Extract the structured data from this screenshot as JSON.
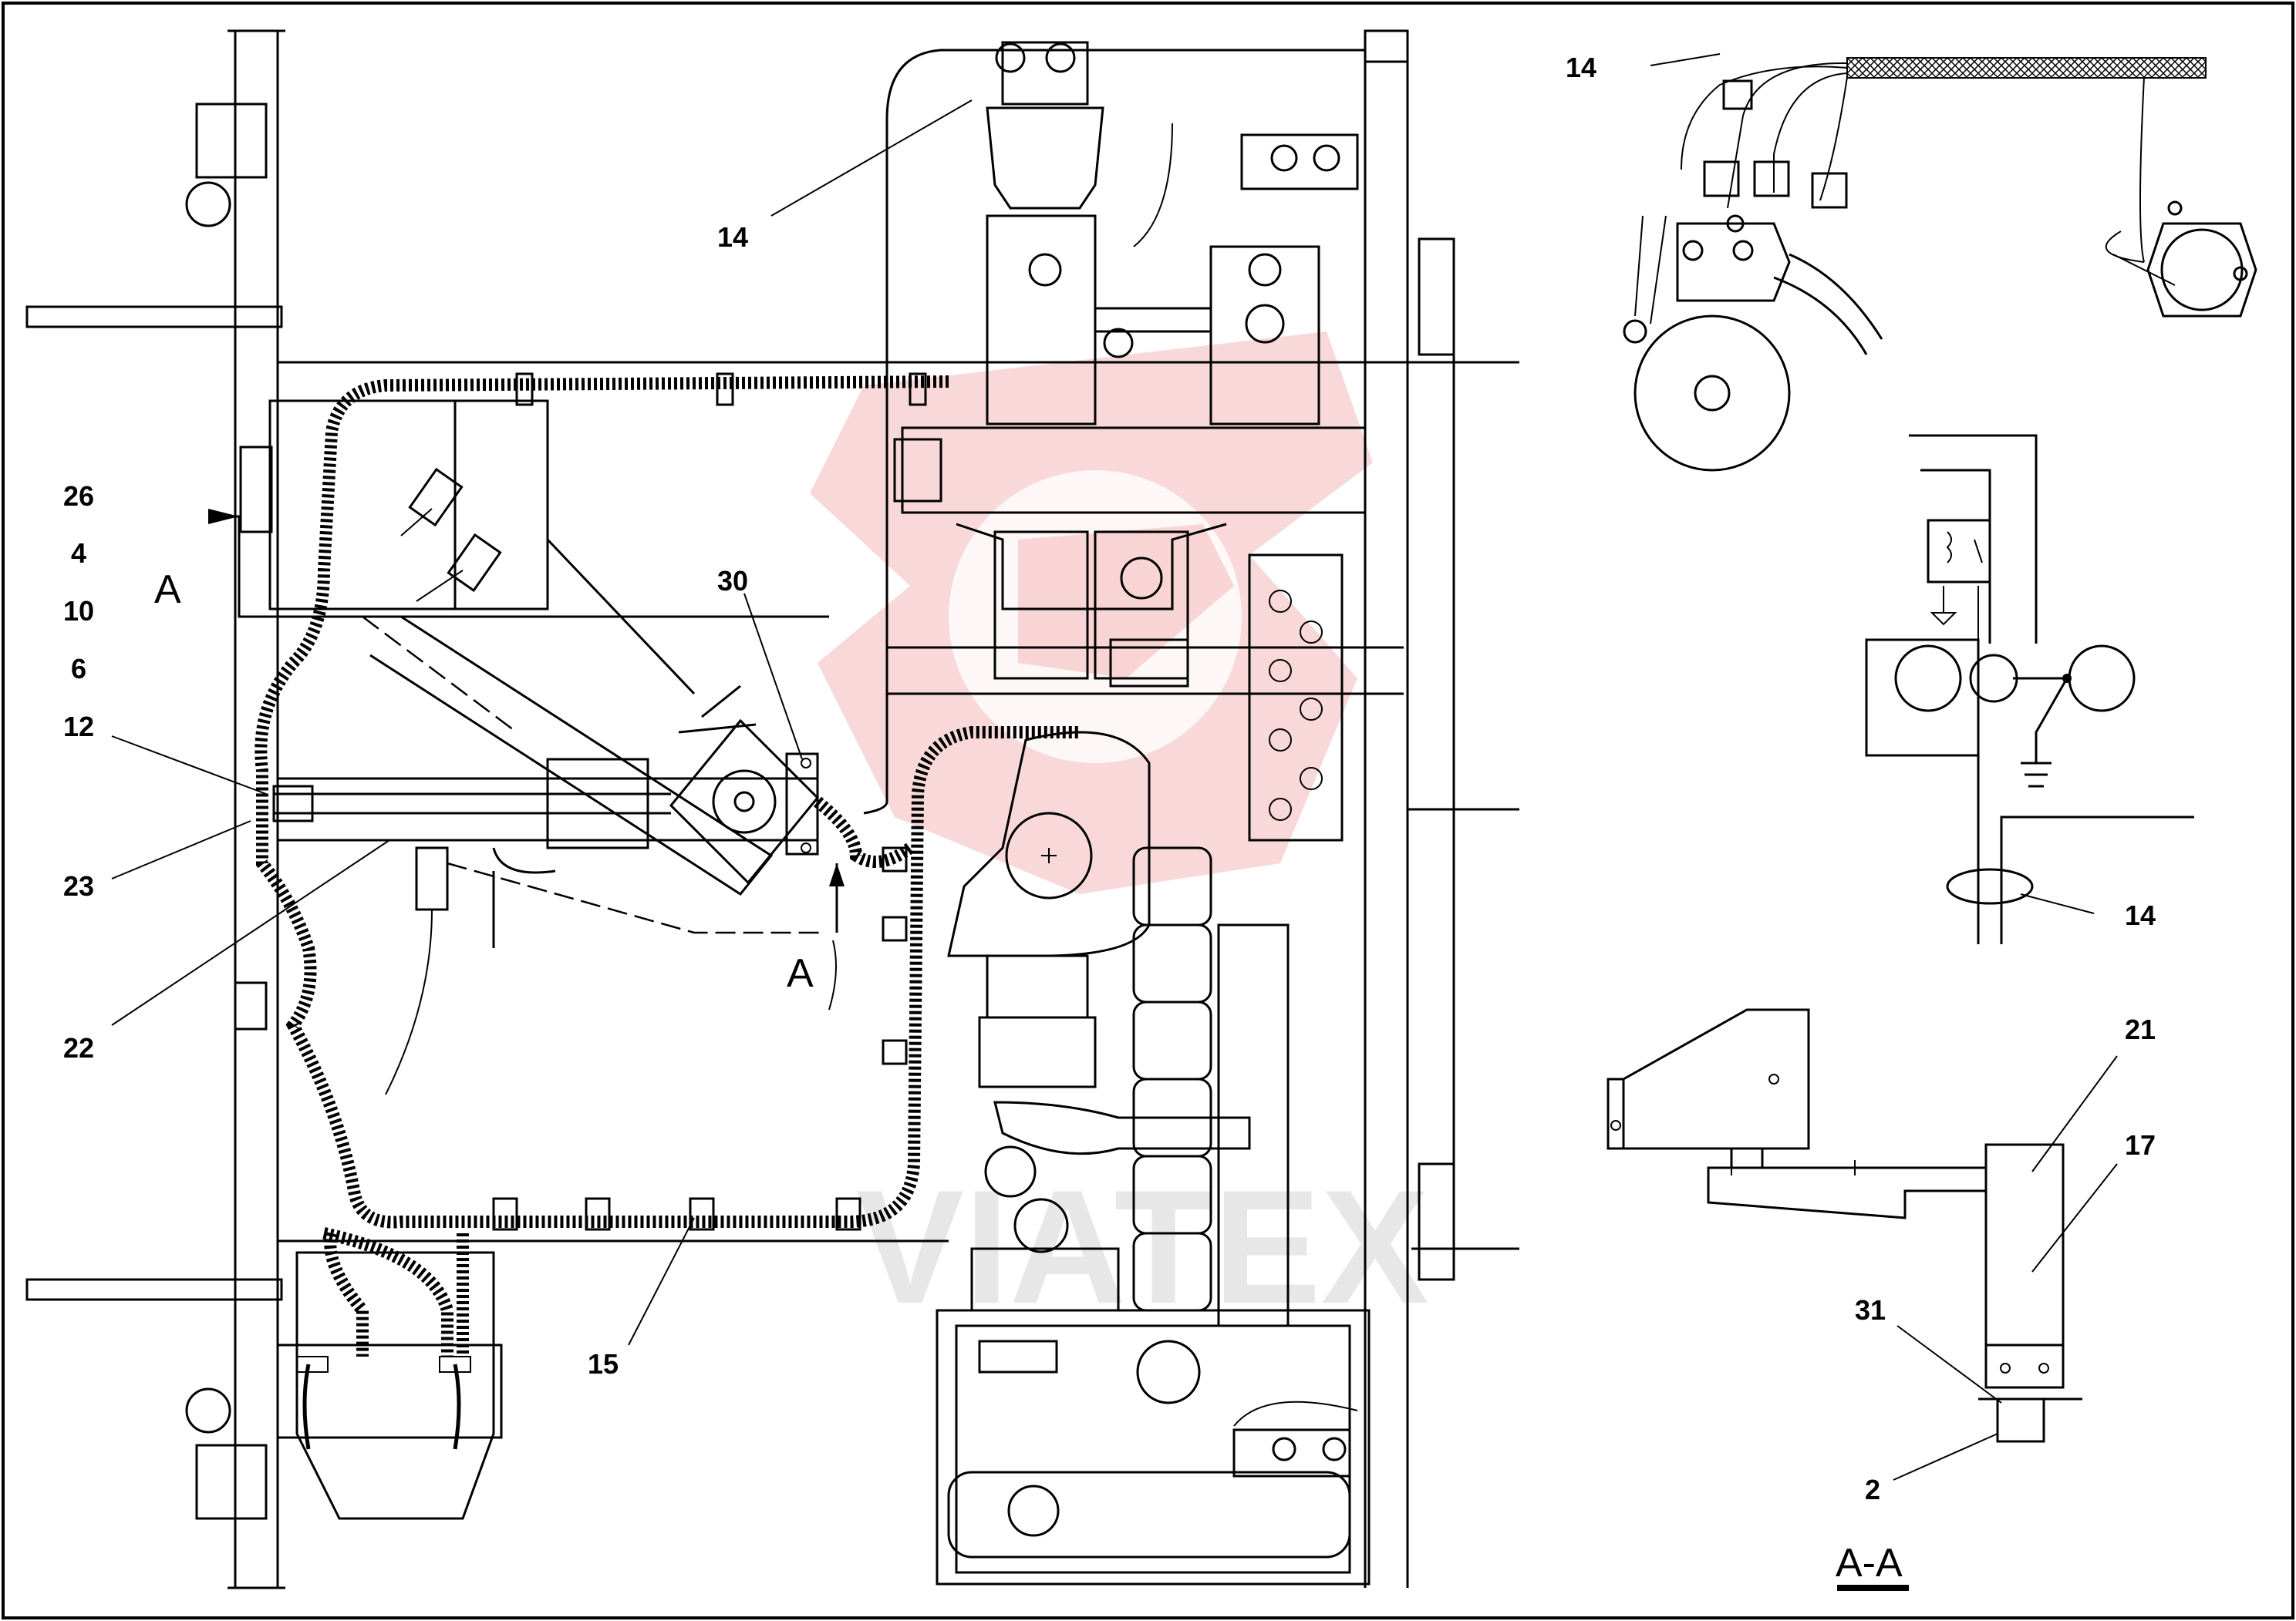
{
  "callouts": {
    "c14_top": "14",
    "c14_mid": "14",
    "c14_right": "14",
    "c26": "26",
    "c4": "4",
    "c10": "10",
    "c6": "6",
    "c12": "12",
    "c23": "23",
    "c22": "22",
    "c30": "30",
    "c15": "15",
    "c21": "21",
    "c17": "17",
    "c31": "31",
    "c2": "2"
  },
  "section_marks": {
    "left_a": "A",
    "bottom_a": "A",
    "view_label": "A-A"
  },
  "watermark": {
    "text": "VIATEX",
    "color": "#f2b8b8"
  }
}
